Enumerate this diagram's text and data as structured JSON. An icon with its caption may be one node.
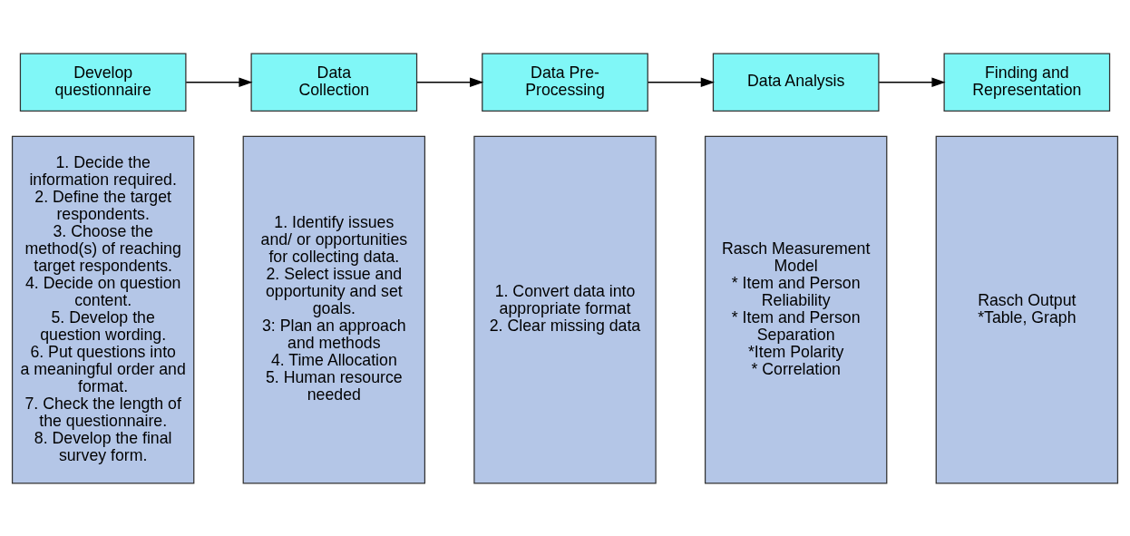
{
  "diagram": {
    "nodes": [
      {
        "text": [
          "Develop questionnaire"
        ]
      },
      {
        "text": [
          "1. Decide the information required. 2. Define the target respondents. 3. Choose the method(s) of reaching target respondents. 4. Decide on question content. 5. Develop the question wording. 6. Put questions into a meaningful order and format. 7. Check the length of the questionnaire. 8. Develop the final survey form."
        ]
      },
      {
        "text": [
          "Data Collection"
        ]
      },
      {
        "text": [
          "1. Identify issues and/ or opportunities for collecting data. 2. Select issue and opportunity and set goals. 3: Plan an approach and methods 4. Time Allocation 5. Human resource needed"
        ]
      },
      {
        "text": [
          "Data Pre-Processing"
        ]
      },
      {
        "text": [
          "1. Convert data into appropriate format 2. Clear missing data"
        ]
      },
      {
        "text": [
          "Data Analysis"
        ]
      },
      {
        "text": [
          "Rasch Measurement Model * Item and Person Reliability * Item and Person Separation *Item Polarity * Correlation"
        ]
      },
      {
        "text": [
          "Finding and Representation"
        ]
      },
      {
        "text": [
          "Rasch Output *Table, Graph"
        ]
      }
    ],
    "edges": [
      {
        "from": 0,
        "to": 2,
        "arrow": "to"
      },
      {
        "from": 2,
        "to": 4,
        "arrow": "to"
      },
      {
        "from": 4,
        "to": 6,
        "arrow": "to"
      },
      {
        "from": 6,
        "to": 8,
        "arrow": "to"
      }
    ]
  }
}
